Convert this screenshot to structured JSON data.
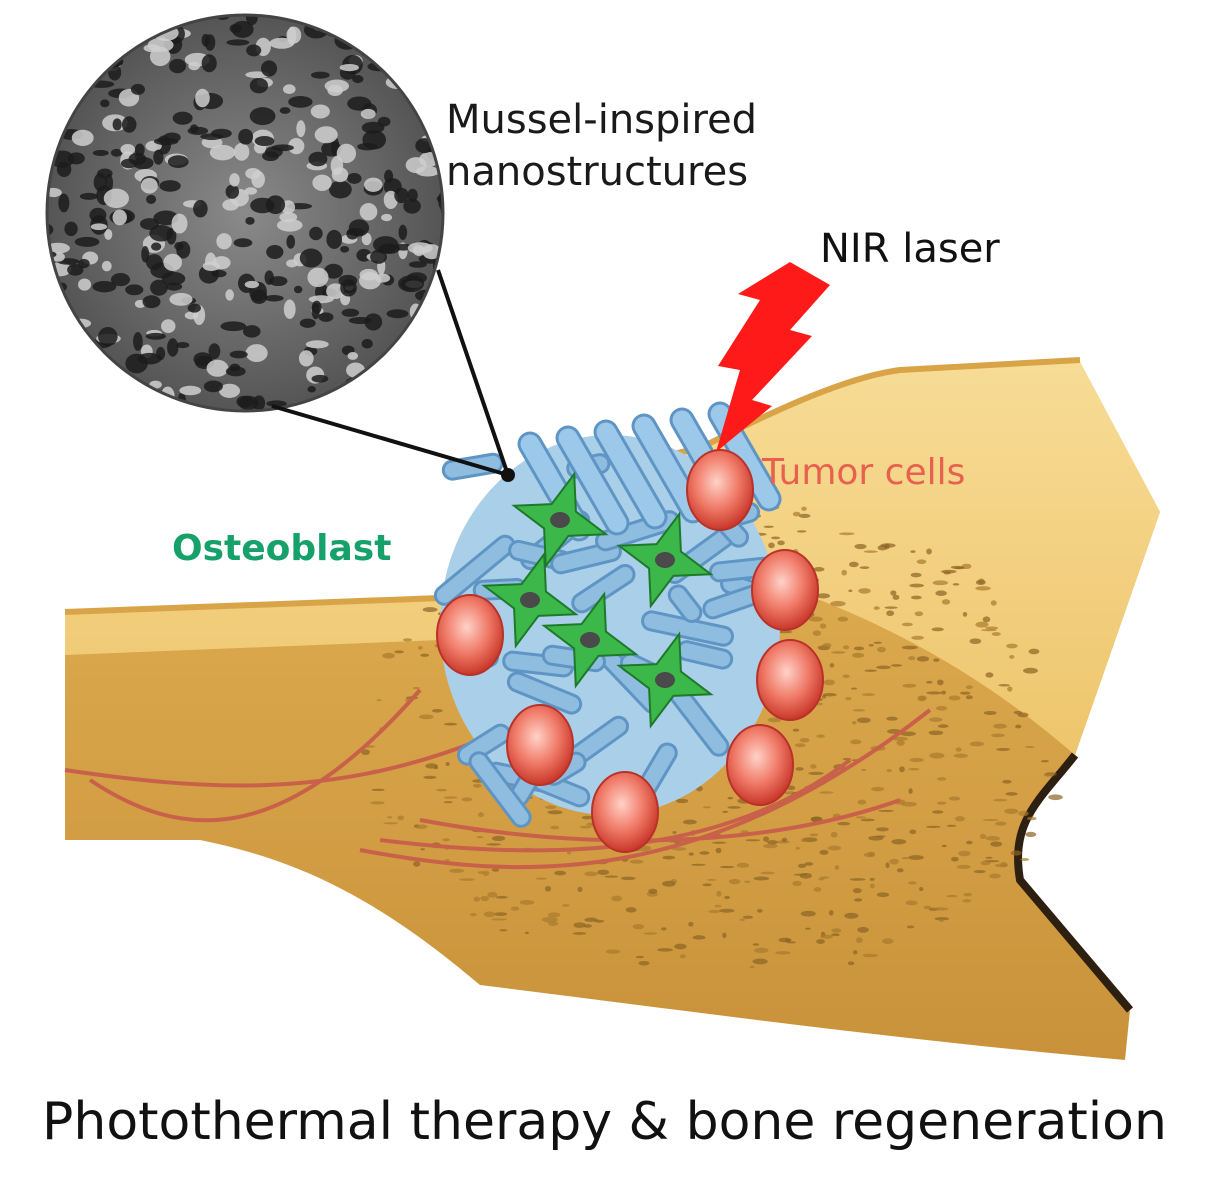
{
  "labels": {
    "nanostructure_line1": "Mussel-inspired",
    "nanostructure_line2": "nanostructures",
    "laser": "NIR laser",
    "tumor": "Tumor cells",
    "osteoblast": "Osteoblast"
  },
  "caption": "Photothermal therapy & bone regeneration",
  "colors": {
    "bone": "#e9b85c",
    "bone_light": "#f4d58a",
    "bone_dark": "#c48a2c",
    "laser": "#ff1a1a",
    "tumor": "#e8614f",
    "osteoblast": "#16a06a",
    "scaffold": "#8fbde0",
    "vessel": "#c9614a"
  },
  "icons": {
    "laser": "lightning-bolt-icon",
    "sem_inset": "porous-micrograph-icon"
  }
}
